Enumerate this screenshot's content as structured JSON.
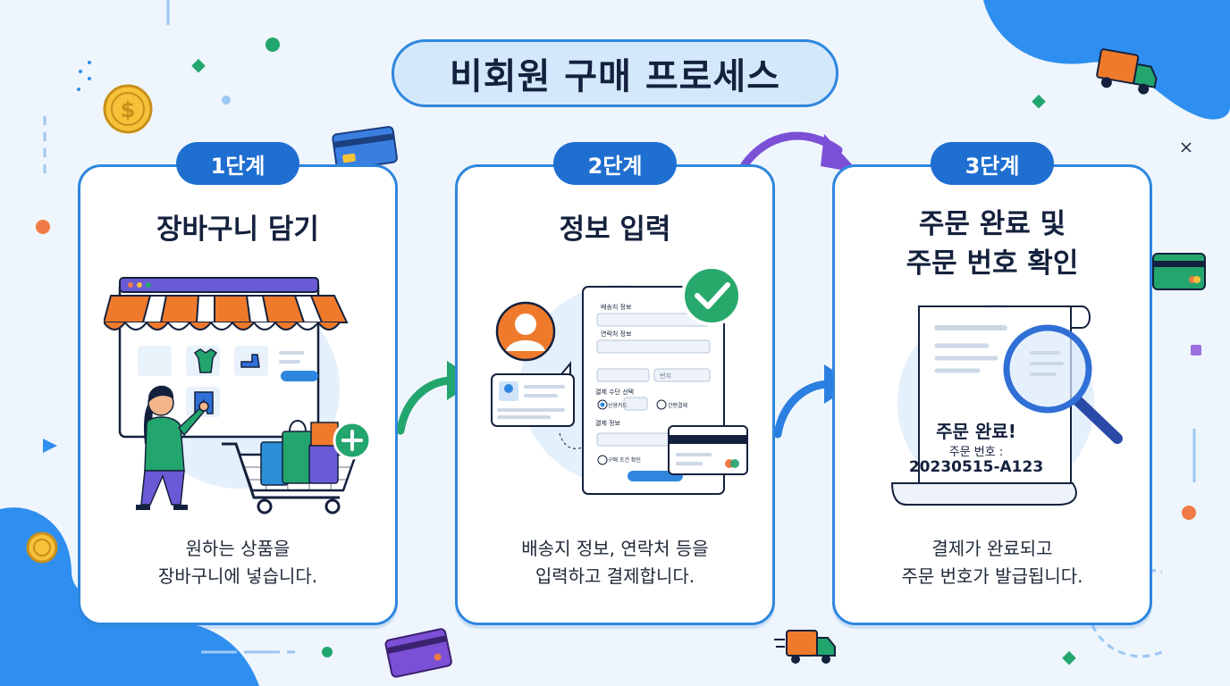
{
  "title": "비회원 구매 프로세스",
  "steps": [
    {
      "badge": "1단계",
      "title_lines": [
        "장바구니 담기"
      ],
      "desc_lines": [
        "원하는 상품을",
        "장바구니에 넣습니다."
      ]
    },
    {
      "badge": "2단계",
      "title_lines": [
        "정보 입력"
      ],
      "desc_lines": [
        "배송지 정보, 연락처 등을",
        "입력하고 결제합니다."
      ],
      "form": {
        "section1": "배송지 정보",
        "section2": "연락처 정보",
        "section3": "결제 수단 선택",
        "field_hint": "번지",
        "radio1": "신용카드",
        "radio2": "간편결제",
        "section4": "결제 정보",
        "agree": "구매 조건 확인"
      }
    },
    {
      "badge": "3단계",
      "title_lines": [
        "주문 완료 및",
        "주문 번호 확인"
      ],
      "desc_lines": [
        "결제가 완료되고",
        "주문 번호가 발급됩니다."
      ],
      "receipt": {
        "headline": "주문 완료!",
        "label": "주문 번호 :",
        "number": "20230515-A123"
      }
    }
  ],
  "colors": {
    "accent": "#2f86de",
    "badge": "#1f6fd1",
    "blob": "#2f8ff0",
    "arrow_green": "#23a56e",
    "arrow_blue": "#2a7fe0",
    "arrow_purple": "#7b4fd6",
    "orange": "#f07a2c",
    "check_green": "#27a96b"
  }
}
